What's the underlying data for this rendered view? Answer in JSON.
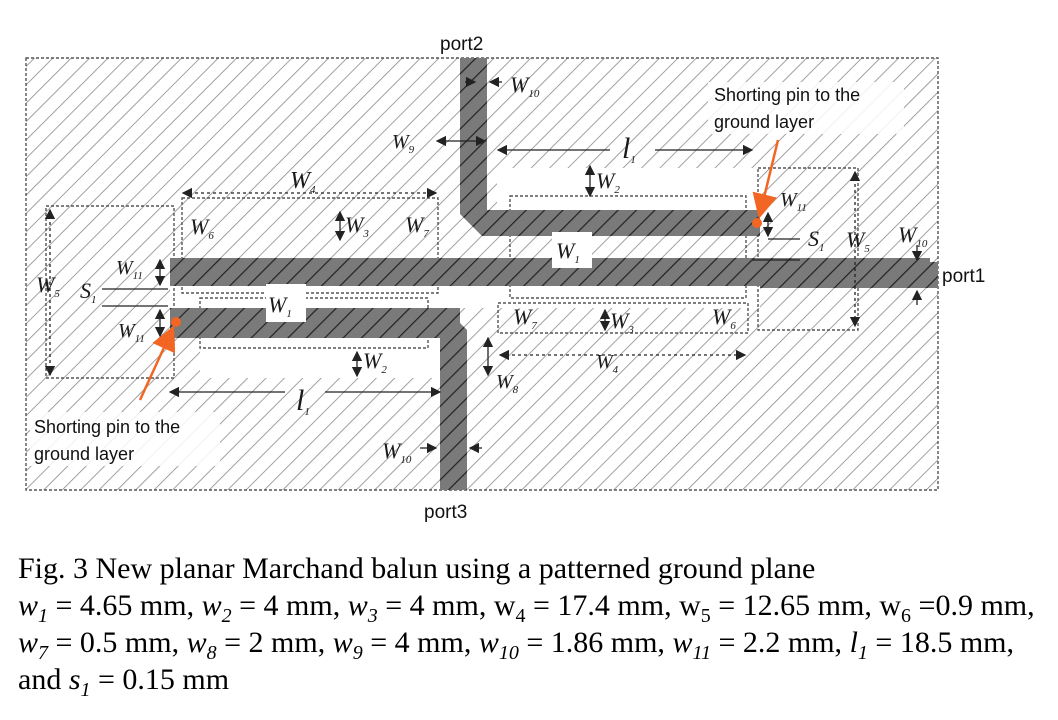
{
  "diagram": {
    "ports": {
      "port1": "port1",
      "port2": "port2",
      "port3": "port3"
    },
    "annotations": {
      "shorting_pin_top": [
        "Shorting pin to the",
        "ground layer"
      ],
      "shorting_pin_bottom": [
        "Shorting pin to the",
        "ground layer"
      ]
    },
    "dimension_labels": {
      "w1": {
        "base": "W",
        "sub": "1"
      },
      "w2": {
        "base": "W",
        "sub": "2"
      },
      "w3": {
        "base": "W",
        "sub": "3"
      },
      "w4": {
        "base": "W",
        "sub": "4"
      },
      "w5": {
        "base": "W",
        "sub": "5"
      },
      "w6": {
        "base": "W",
        "sub": "6"
      },
      "w7": {
        "base": "W",
        "sub": "7"
      },
      "w8": {
        "base": "W",
        "sub": "8"
      },
      "w9": {
        "base": "W",
        "sub": "9"
      },
      "w10": {
        "base": "W",
        "sub": "10"
      },
      "w11": {
        "base": "W",
        "sub": "11"
      },
      "l1": {
        "base": "l",
        "sub": "1"
      },
      "s1": {
        "base": "S",
        "sub": "1"
      }
    },
    "colors": {
      "strip": "#7a7a7a",
      "hatch": "#8a8a8a",
      "pin": "#f26522",
      "arrow": "#f26522"
    }
  },
  "caption": {
    "title": "Fig. 3 New planar Marchand balun using a patterned ground plane",
    "params": [
      {
        "name": "w",
        "sub": "1",
        "italic": true,
        "value": "= 4.65 mm,"
      },
      {
        "name": "w",
        "sub": "2",
        "italic": true,
        "value": "= 4 mm,"
      },
      {
        "name": "w",
        "sub": "3",
        "italic": true,
        "value": "= 4 mm,"
      },
      {
        "name": "w",
        "sub": "4",
        "italic": false,
        "value": "= 17.4 mm,"
      },
      {
        "name": "w",
        "sub": "5",
        "italic": false,
        "value": "= 12.65 mm,"
      },
      {
        "name": "w",
        "sub": "6",
        "italic": false,
        "value": "=0.9 mm,"
      },
      {
        "name": "w",
        "sub": "7",
        "italic": true,
        "value": "= 0.5 mm,"
      },
      {
        "name": "w",
        "sub": "8",
        "italic": true,
        "value": "= 2 mm,"
      },
      {
        "name": "w",
        "sub": "9",
        "italic": true,
        "value": "= 4 mm,"
      },
      {
        "name": "w",
        "sub": "10",
        "italic": true,
        "value": "= 1.86 mm,"
      },
      {
        "name": "w",
        "sub": "11",
        "italic": true,
        "value": "= 2.2 mm,"
      },
      {
        "name": "l",
        "sub": "1",
        "italic": true,
        "value": "= 18.5 mm, and"
      },
      {
        "name": "s",
        "sub": "1",
        "italic": true,
        "value": "= 0.15 mm"
      }
    ]
  }
}
